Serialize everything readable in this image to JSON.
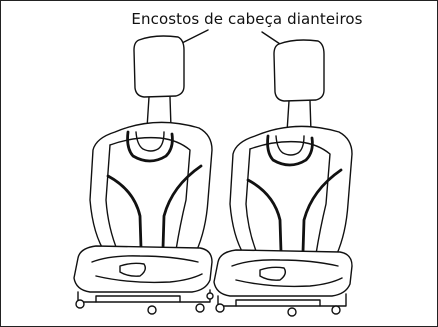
{
  "figure": {
    "label": "Encostos de cabeça dianteiros",
    "items": [
      {
        "name": "headrest-left"
      },
      {
        "name": "headrest-right"
      }
    ]
  }
}
